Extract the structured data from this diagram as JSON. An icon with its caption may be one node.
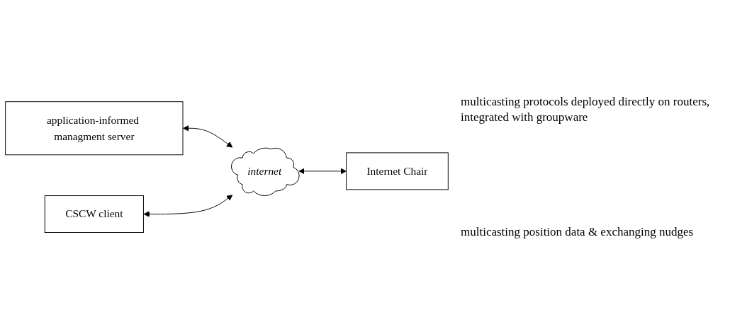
{
  "diagram": {
    "nodes": [
      {
        "text": [
          "application-informed managment server"
        ]
      },
      {
        "text": [
          "internet"
        ]
      },
      {
        "text": [
          "CSCW client"
        ]
      },
      {
        "text": [
          "Internet Chair"
        ]
      }
    ],
    "edges": [
      {
        "from": 0,
        "to": 1,
        "arrow": "both"
      },
      {
        "from": 2,
        "to": 1,
        "arrow": "both"
      },
      {
        "from": 1,
        "to": 3,
        "arrow": "both"
      }
    ],
    "labels": [
      "multicasting protocols deployed directly on routers, integrated with groupware",
      "multicasting position data & exchanging nudges"
    ]
  }
}
